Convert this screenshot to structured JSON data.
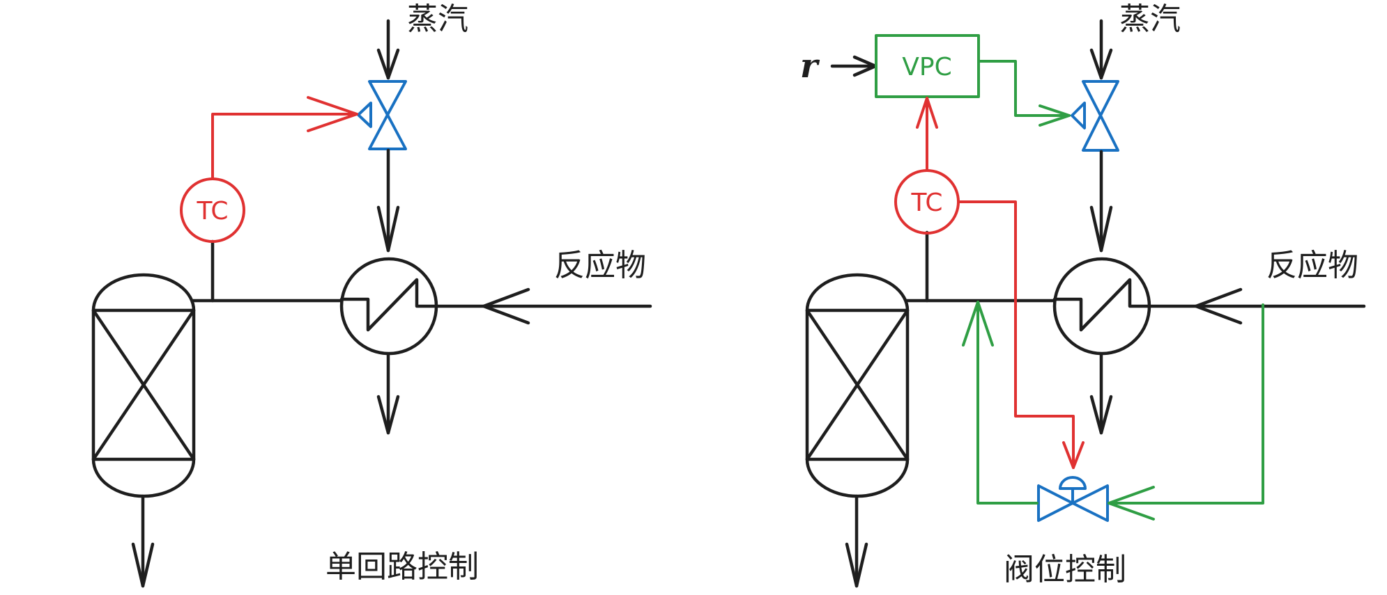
{
  "colors": {
    "process_line": "#1e1e1e",
    "temperature_signal": "#e03131",
    "vpc_signal": "#2f9e44",
    "valve": "#1971c2"
  },
  "left_diagram": {
    "steam_label": "蒸汽",
    "reactant_label": "反应物",
    "controller_label": "TC",
    "caption": "单回路控制"
  },
  "right_diagram": {
    "steam_label": "蒸汽",
    "reactant_label": "反应物",
    "controller_label": "TC",
    "vpc_label": "VPC",
    "setpoint_label": "r",
    "caption": "阀位控制"
  }
}
